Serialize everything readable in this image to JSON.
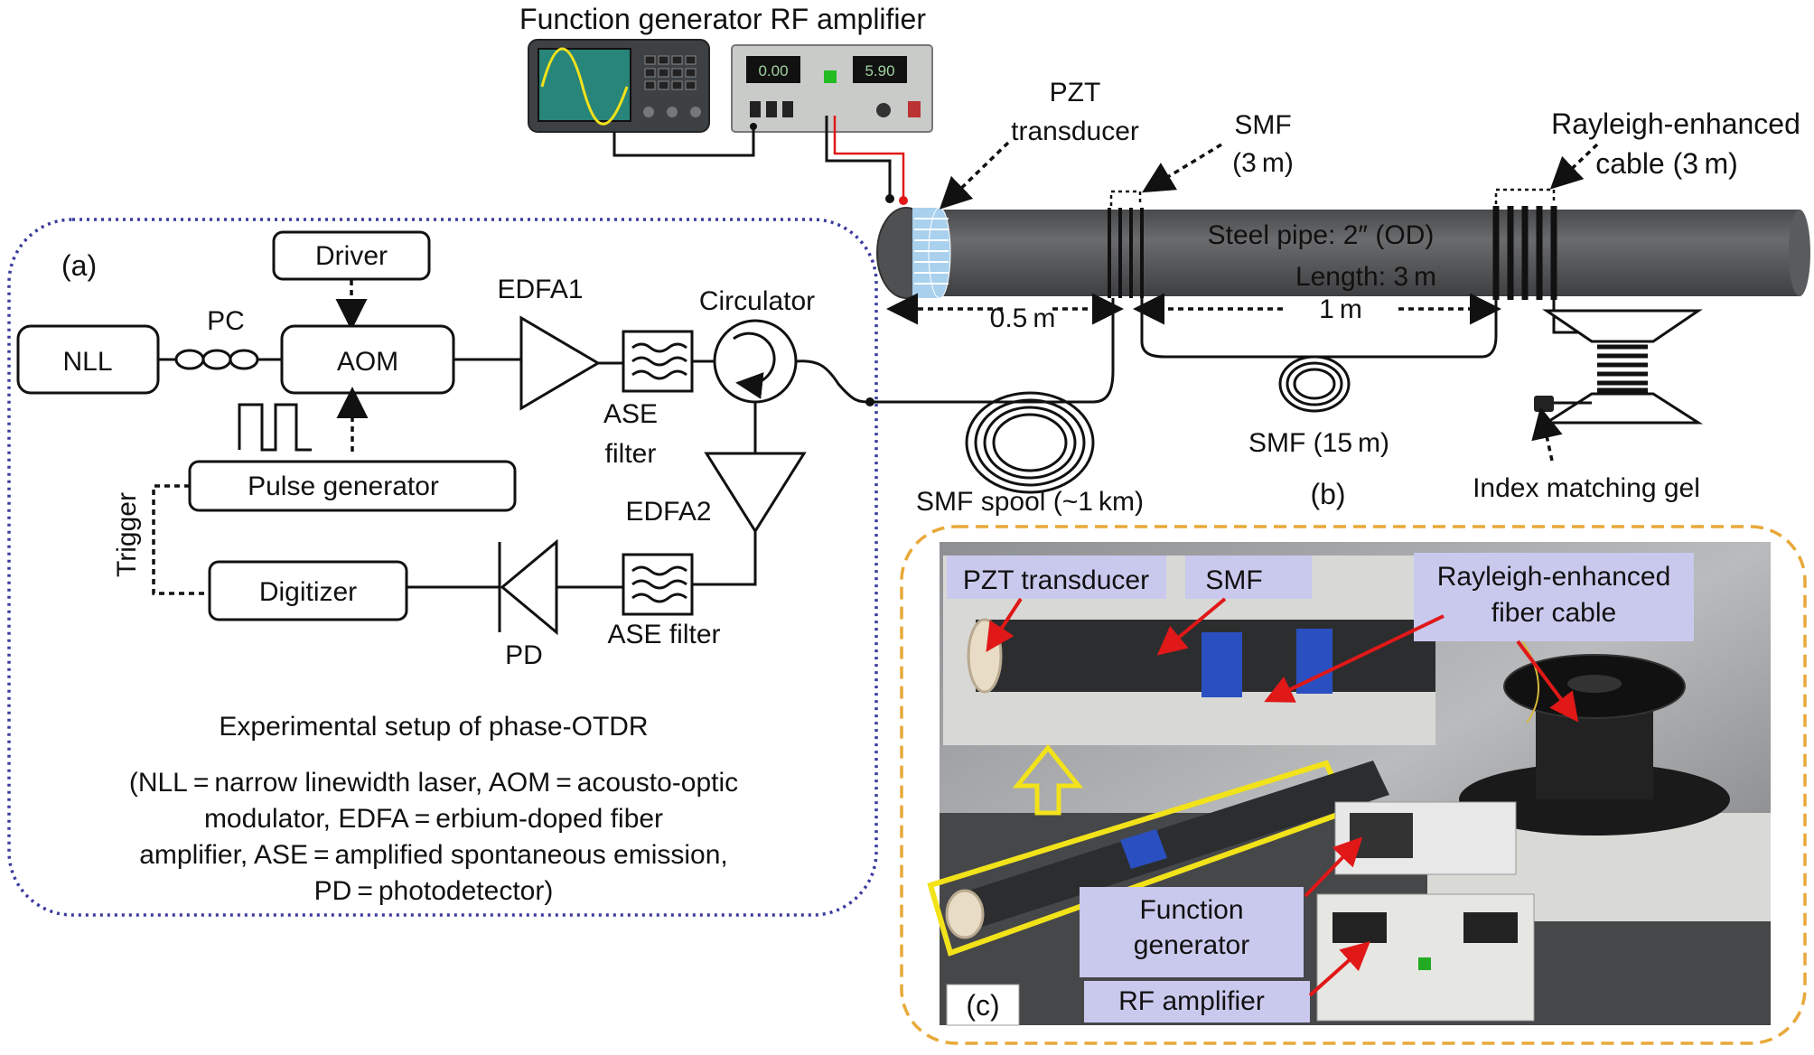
{
  "panel_a": {
    "label": "(a)",
    "nll": "NLL",
    "pc": "PC",
    "driver": "Driver",
    "aom": "AOM",
    "edfa1": "EDFA1",
    "ase_filter_top_1": "ASE",
    "ase_filter_top_2": "filter",
    "circulator": "Circulator",
    "pulse_generator": "Pulse generator",
    "trigger": "Trigger",
    "edfa2": "EDFA2",
    "digitizer": "Digitizer",
    "pd": "PD",
    "ase_filter_bottom": "ASE filter",
    "caption_title": "Experimental setup of phase-OTDR",
    "caption_lines": [
      "(NLL = narrow linewidth laser, AOM = acousto-optic",
      "modulator, EDFA = erbium-doped fiber",
      "amplifier, ASE = amplified spontaneous emission,",
      "PD = photodetector)"
    ]
  },
  "panel_b": {
    "label": "(b)",
    "equipment_title": "Function generator RF amplifier",
    "fg_display": "",
    "amp_display_left": "0.00",
    "amp_display_right": "5.90",
    "pzt_1": "PZT",
    "pzt_2": "transducer",
    "smf_top_1": "SMF",
    "smf_top_2": "(3 m)",
    "rayleigh_1": "Rayleigh-enhanced",
    "rayleigh_2": "cable (3 m)",
    "pipe_1": "Steel pipe: 2″ (OD)",
    "pipe_2": "Length: 3 m",
    "dist_05": "0.5 m",
    "dist_1": "1 m",
    "smf_spool": "SMF spool (~1 km)",
    "smf_15": "SMF (15 m)",
    "gel": "Index matching gel"
  },
  "panel_c": {
    "label": "(c)",
    "pzt": "PZT transducer",
    "smf": "SMF",
    "rayleigh_1": "Rayleigh-enhanced",
    "rayleigh_2": "fiber cable",
    "fg_1": "Function",
    "fg_2": "generator",
    "rf": "RF amplifier"
  },
  "colors": {
    "box_border_a": "#3b3b9e",
    "box_border_c": "#e8a93a",
    "pipe": "#5e5f61",
    "tag": "#c9c9ee",
    "arrow_red": "#e01818",
    "highlight_yellow": "#f2e21a"
  }
}
